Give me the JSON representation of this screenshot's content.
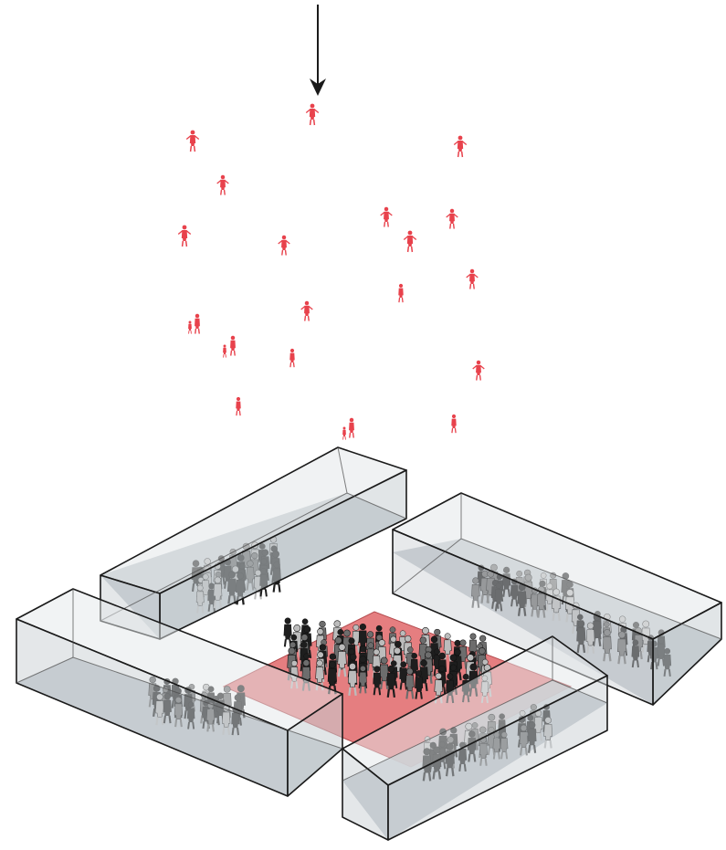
{
  "diagram": {
    "colors": {
      "box_fill": "#c9cfd3",
      "box_top": "#e3e7ea",
      "box_floor": "#b9c0c5",
      "outline": "#1a1a1a",
      "plaza": "#e0676a",
      "figure_red": "#e8424c",
      "crowd_dark": "#1e1e1e",
      "crowd_mid": "#6d6d6d",
      "crowd_light": "#bcbcbc",
      "arrow": "#1a1a1a"
    },
    "elements": {
      "arrow": "downward-arrow",
      "falling_figures": "red-person-figures",
      "volumes": [
        "back-left-volume",
        "front-left-volume",
        "right-volume",
        "front-right-volume"
      ],
      "plaza": "central-red-plaza",
      "crowds": [
        "crowd-back-left",
        "crowd-front-left",
        "crowd-right",
        "crowd-plaza",
        "crowd-front-right"
      ]
    }
  }
}
